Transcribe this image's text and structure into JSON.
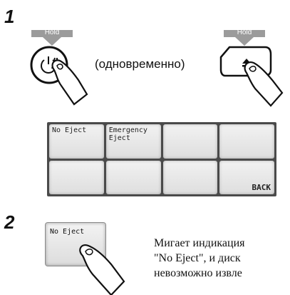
{
  "step1": {
    "number": "1",
    "hold_left": "Hold",
    "hold_right": "Hold",
    "simultaneous_text": "(одновременно)",
    "power_button_glyph": "⏻/I",
    "eject_button_glyph": "▲"
  },
  "grid_buttons": [
    "No Eject",
    "Emergency\nEject",
    "",
    "",
    "",
    "",
    "",
    "BACK"
  ],
  "step2": {
    "number": "2",
    "button_label": "No Eject",
    "description_lines": [
      "Мигает индикация",
      "\"No Eject\", и диск",
      "невозможно извле"
    ]
  },
  "icons": {
    "power": "power-icon",
    "eject": "eject-icon",
    "finger": "finger-icon"
  }
}
